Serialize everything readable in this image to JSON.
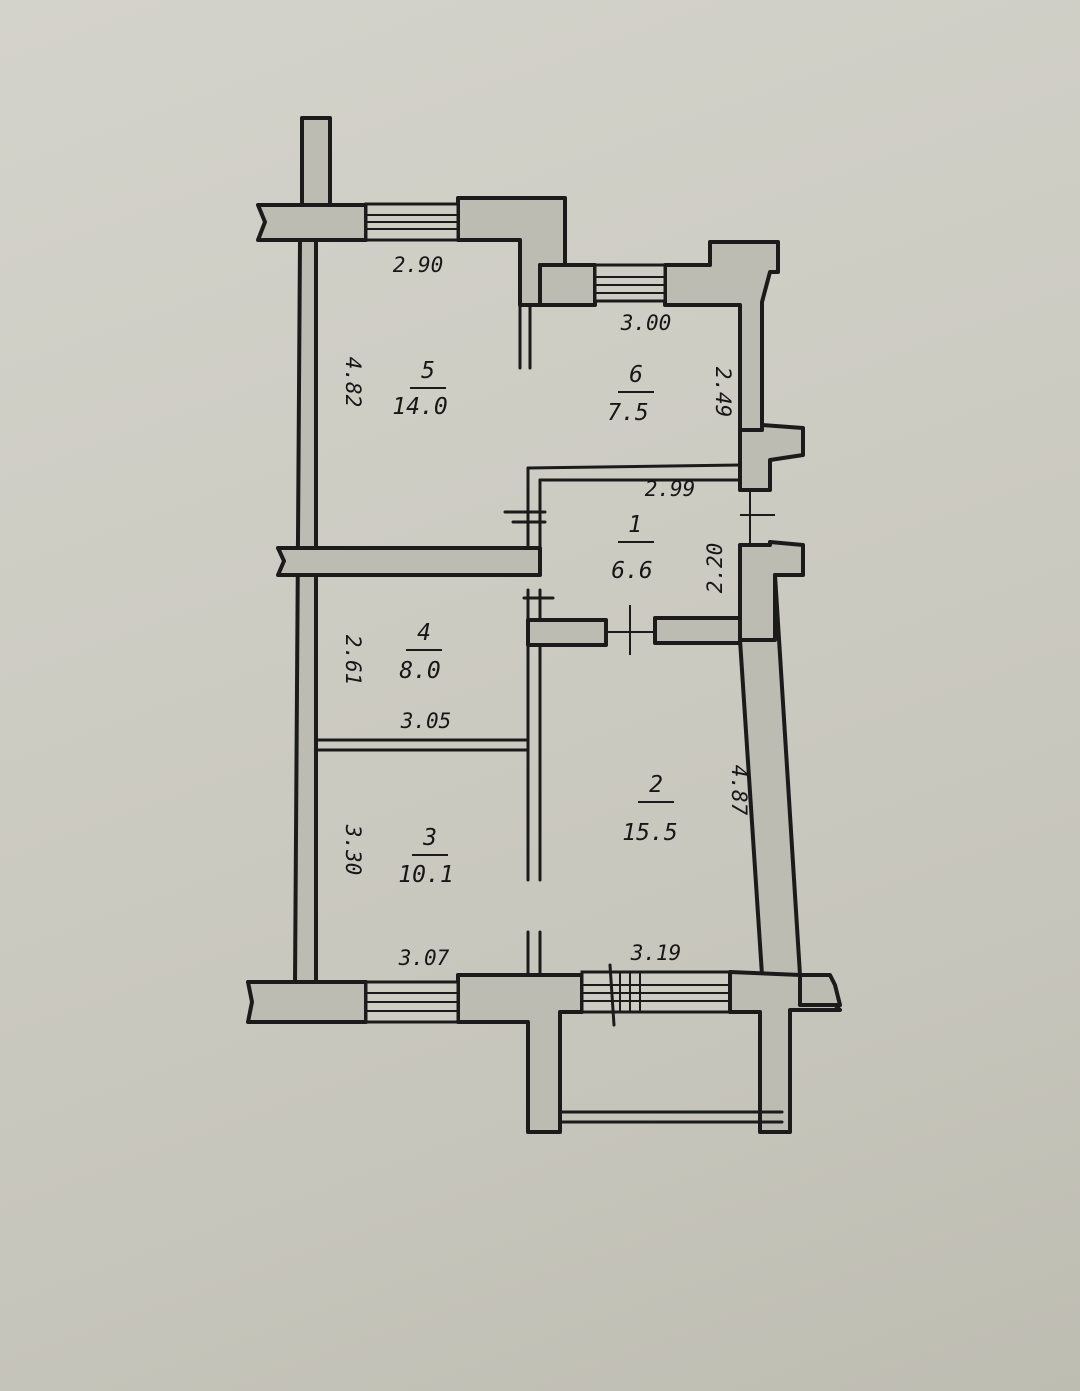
{
  "plan": {
    "rooms": [
      {
        "number": "1",
        "area": "6.6"
      },
      {
        "number": "2",
        "area": "15.5"
      },
      {
        "number": "3",
        "area": "10.1"
      },
      {
        "number": "4",
        "area": "8.0"
      },
      {
        "number": "5",
        "area": "14.0"
      },
      {
        "number": "6",
        "area": "7.5"
      }
    ],
    "dimensions": {
      "room5_width": "2.90",
      "room5_height": "4.82",
      "room6_width": "3.00",
      "room6_height": "2.49",
      "room1_width": "2.99",
      "room1_height": "2.20",
      "room4_height": "2.61",
      "room4_width": "3.05",
      "room3_height": "3.30",
      "room3_width": "3.07",
      "room2_height": "4.87",
      "room2_width": "3.19"
    }
  }
}
